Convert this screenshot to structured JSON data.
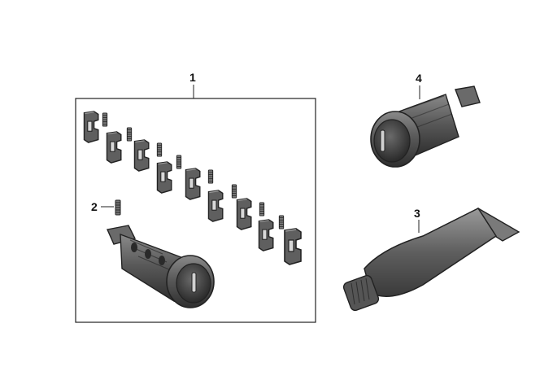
{
  "callouts": {
    "kit": "1",
    "spring": "2",
    "grease_tube": "3",
    "lock_cylinder": "4"
  },
  "parts": [
    {
      "name": "wafer-tumbler",
      "icon": "wafer-tumbler-icon"
    },
    {
      "name": "tumbler-spring",
      "icon": "spring-icon"
    },
    {
      "name": "lock-cylinder",
      "icon": "lock-cylinder-icon"
    },
    {
      "name": "grease-tube",
      "icon": "grease-tube-icon"
    }
  ]
}
